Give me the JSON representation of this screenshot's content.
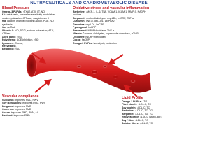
{
  "title": "NUTRACEUTICALS AND CARDIOMETABOLIC DISEASE",
  "colors": {
    "heading_red": "#c0141e",
    "title_blue": "#1f3f8a",
    "vessel_red": "#d51c1c"
  },
  "sections": {
    "blood_pressure": {
      "heading": "Blood Pressure",
      "lines": [
        {
          "item": "Omega-3 PUFAs",
          "desc": ": ↑TXA2, ATII, LT, NO"
        },
        {
          "item": "K",
          "desc": "+: natriuresis, baroreflex sensitivity modulation,"
        },
        {
          "item": "",
          "desc": "sodium-potassium ATPase, ↓angiotensin II"
        },
        {
          "item": "Mg",
          "desc": ": calcium channel blocking action, PGE, NO"
        },
        {
          "item": "",
          "desc": "synthesis"
        },
        {
          "item": "Ca",
          "desc": ": ↓ssRAA"
        },
        {
          "item": "Vitamin C",
          "desc": ": NO, PGI2, sodium-potassium, AT-II,"
        },
        {
          "item": "",
          "desc": "ATPase"
        },
        {
          "item": "Aged garlic",
          "desc": ": ↑NO"
        },
        {
          "item": "Polyphenol",
          "desc": ": ACE-inhibition, ↑NO"
        },
        {
          "item": "Lycopene",
          "desc": ", Cocoa,"
        },
        {
          "item": "Resveratrol",
          "desc": ","
        },
        {
          "item": "Bergamot",
          "desc": ": ↑NO"
        }
      ]
    },
    "oxidative": {
      "heading": "Oxidative stress and vascular inflammation",
      "lines": [
        {
          "item": "Berberine",
          "desc": ": ↓MCP-1, IL-6, TNF, VCAM-1, ICAM-1, MMP-9, NADPH"
        },
        {
          "item": "",
          "desc": "oxidase"
        },
        {
          "item": "Bergamot",
          "desc": ": ↓malondialdehyde, oxy-LDL, hsCRP, TNF-α"
        },
        {
          "item": "Curcumin",
          "desc": ": TNF-α, oxy-LDL, Lp-PLA2"
        },
        {
          "item": "Green tea",
          "desc": ": oxy-LDL, hsCRP"
        },
        {
          "item": "Pycnogenol",
          "desc": ": hsCRP"
        },
        {
          "item": "Resveratrol",
          "desc": ": NADPH oxidase, TNF-α"
        },
        {
          "item": "Vitamin C",
          "desc": ": serum aldehydes, superoxide dismutase, cGMP"
        },
        {
          "item": "Lycopene",
          "desc": ": hsCRP, fibrinogen"
        },
        {
          "item": "Cocoa",
          "desc": ": hsCRP"
        },
        {
          "item": "Omega-3 PUFAs",
          "desc": ": hemolysis, protection"
        }
      ]
    },
    "vascular": {
      "heading": "Vascular compliance",
      "lines": [
        {
          "item": "Curcumin",
          "desc": ": improves FMD, PWV"
        },
        {
          "item": "Soy isoflavones",
          "desc": ": improves FMD, PWV"
        },
        {
          "item": "Bergamot",
          "desc": ": improves FMD"
        },
        {
          "item": "Green tea",
          "desc": ": improves FMD"
        },
        {
          "item": "Cocoa",
          "desc": ": improves FMD, PWV, AI"
        },
        {
          "item": "Beetroot",
          "desc": ": improves FMD"
        }
      ]
    },
    "lipid": {
      "heading": "Lipid Profile",
      "lines": [
        {
          "item": "Omega-3 PUFAs",
          "desc": ": ↓TG"
        },
        {
          "item": "Plant sterols",
          "desc": ": ↓LDL-C, TC"
        },
        {
          "item": "Soy protein",
          "desc": ": ↓LDL-C, TC"
        },
        {
          "item": "Berberine",
          "desc": ": ↓LDL-C, TC, TG"
        },
        {
          "item": "Bergamot",
          "desc": ": ↓LDL-C, TG, TC"
        },
        {
          "item": "Red yeast rice",
          "desc": ": ↓LDL-C (statin-like)"
        },
        {
          "item": "Soy / fibre",
          "desc": ": ↓LDL-C, TC"
        },
        {
          "item": "Soluble fibers",
          "desc": ": ↓LDL-C, TC"
        }
      ]
    }
  }
}
